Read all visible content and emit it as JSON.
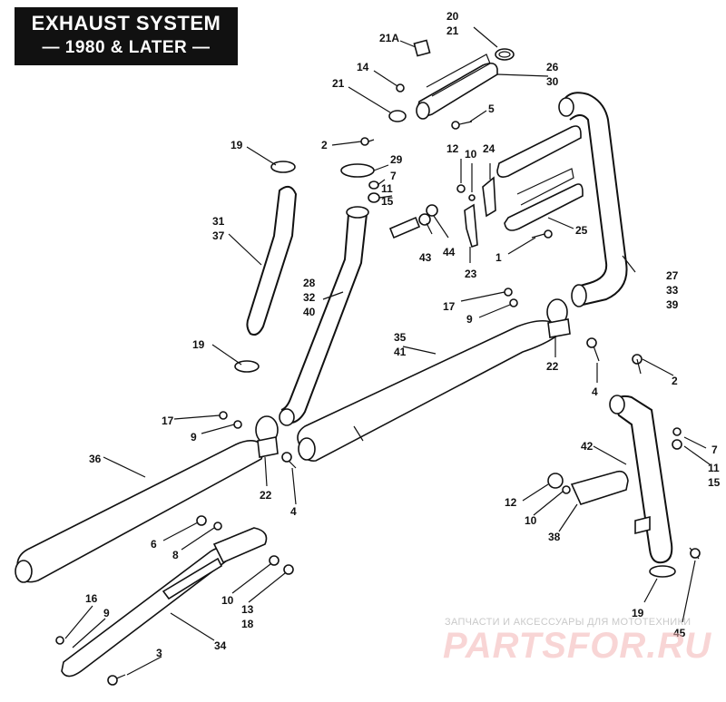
{
  "title": {
    "line1": "EXHAUST SYSTEM",
    "line2": "— 1980 & LATER —"
  },
  "watermark": {
    "line1": "ЗАПЧАСТИ И АКСЕССУАРЫ ДЛЯ МОТОТЕХНИКИ",
    "line2": "PARTSFOR.RU"
  },
  "labels": {
    "l_20": "20",
    "l_21a": "21",
    "l_21A": "21A",
    "l_14": "14",
    "l_26": "26",
    "l_30": "30",
    "l_21b": "21",
    "l_5": "5",
    "l_2a": "2",
    "l_19a": "19",
    "l_29": "29",
    "l_12a": "12",
    "l_10a": "10",
    "l_24": "24",
    "l_7a": "7",
    "l_11a": "11",
    "l_15a": "15",
    "l_25": "25",
    "l_31": "31",
    "l_37": "37",
    "l_43": "43",
    "l_44": "44",
    "l_1": "1",
    "l_23": "23",
    "l_27": "27",
    "l_33": "33",
    "l_39": "39",
    "l_28": "28",
    "l_32": "32",
    "l_40": "40",
    "l_17a": "17",
    "l_9a": "9",
    "l_35": "35",
    "l_41": "41",
    "l_19b": "19",
    "l_22a": "22",
    "l_4a": "4",
    "l_2b": "2",
    "l_17b": "17",
    "l_9b": "9",
    "l_36": "36",
    "l_22b": "22",
    "l_4b": "4",
    "l_42": "42",
    "l_7b": "7",
    "l_11b": "11",
    "l_15b": "15",
    "l_6": "6",
    "l_8": "8",
    "l_12b": "12",
    "l_10b": "10",
    "l_38": "38",
    "l_10c": "10",
    "l_13": "13",
    "l_18": "18",
    "l_16": "16",
    "l_9c": "9",
    "l_34": "34",
    "l_3": "3",
    "l_19c": "19",
    "l_45": "45"
  }
}
